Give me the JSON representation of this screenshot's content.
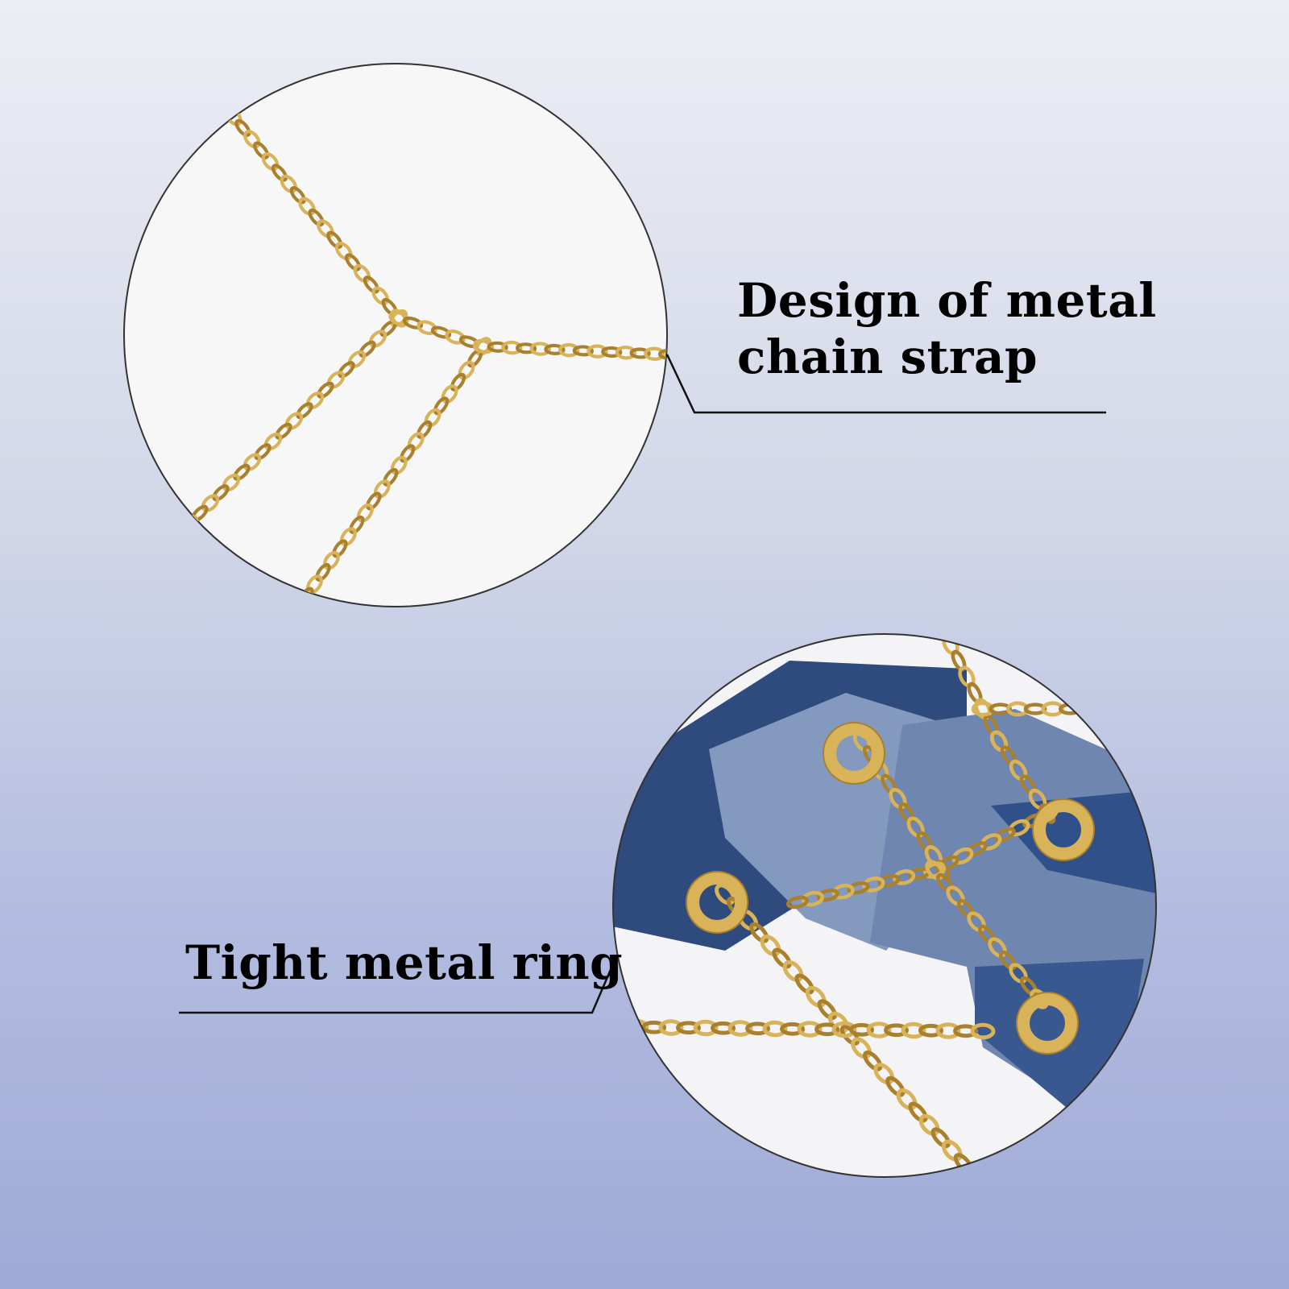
{
  "callouts": [
    {
      "line1": "Design of metal",
      "line2": "chain strap"
    },
    {
      "text": "Tight metal ring"
    }
  ],
  "colors": {
    "chain": "#d9b35a",
    "chain_dark": "#a8802e",
    "denim_dark": "#2c4576",
    "denim_light": "#7d94b8",
    "outline": "#222222"
  }
}
